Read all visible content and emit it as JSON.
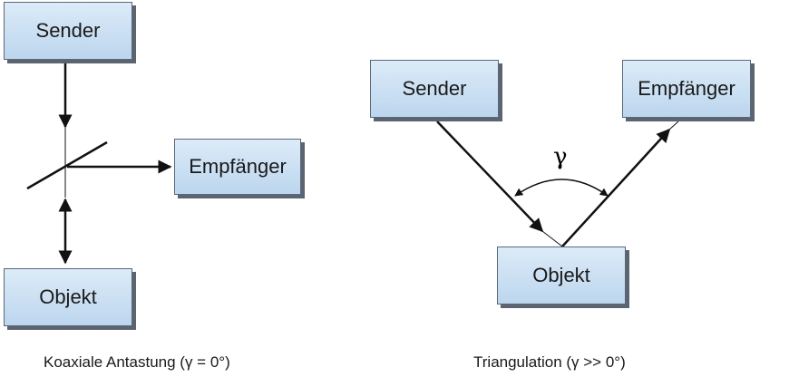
{
  "left": {
    "sender": "Sender",
    "receiver": "Empfänger",
    "object": "Objekt",
    "caption": "Koaxiale Antastung (γ = 0°)"
  },
  "right": {
    "sender": "Sender",
    "receiver": "Empfänger",
    "object": "Objekt",
    "angle_symbol": "γ",
    "caption": "Triangulation (γ >> 0°)"
  }
}
